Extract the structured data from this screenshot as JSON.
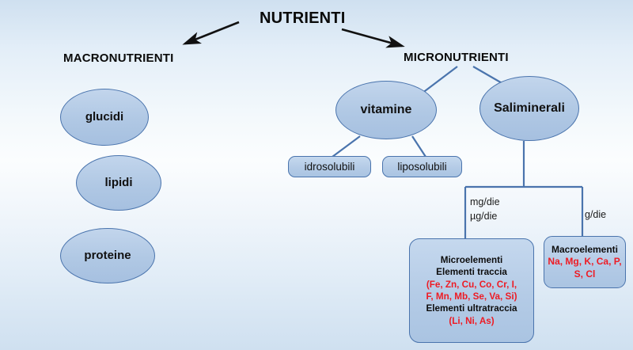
{
  "diagram": {
    "title": "NUTRIENTI",
    "branches": {
      "macro_heading": "MACRONUTRIENTI",
      "micro_heading": "MICRONUTRIENTI"
    },
    "macronutrients": [
      {
        "label": "glucidi"
      },
      {
        "label": "lipidi"
      },
      {
        "label": "proteine"
      }
    ],
    "micronutrients": [
      {
        "label": "vitamine"
      },
      {
        "label_line1": "Sali",
        "label_line2": "minerali"
      }
    ],
    "vitamins": [
      {
        "label": "idrosolubili"
      },
      {
        "label": "liposolubili"
      }
    ],
    "mineral_units": {
      "micro_line1": "mg/die",
      "micro_line2": "µg/die",
      "macro": "g/die"
    },
    "microelements_box": {
      "line1": "Microelementi",
      "line2": "Elementi traccia",
      "line3": "(Fe, Zn, Cu, Co, Cr,  I,",
      "line4": "F, Mn, Mb, Se, Va, Si)",
      "line5": "Elementi ultratraccia",
      "line6": "(Li, Ni, As)"
    },
    "macroelements_box": {
      "line1": "Macroelementi",
      "line2": "Na, Mg, K, Ca, P,",
      "line3": "S, Cl"
    },
    "colors": {
      "shape_fill": "#b4cbe6",
      "shape_stroke": "#4a74ad",
      "connector": "#4a74ad",
      "element_text_red": "#ee1b24",
      "text_black": "#0d0d0d",
      "background_blue": "#cfe0f0"
    }
  }
}
